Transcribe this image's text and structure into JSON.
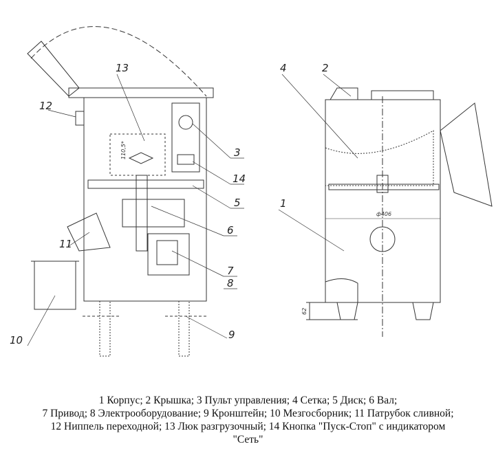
{
  "callouts": {
    "n1": "1",
    "n2": "2",
    "n3": "3",
    "n4": "4",
    "n5": "5",
    "n6": "6",
    "n7": "7",
    "n8": "8",
    "n9": "9",
    "n10": "10",
    "n11": "11",
    "n12": "12",
    "n13": "13",
    "n14": "14"
  },
  "dimensions": {
    "hatch_height": "110,5*",
    "diameter": "ф406",
    "leg_height": "62"
  },
  "caption": {
    "line1": "1 Корпус; 2 Крышка; 3 Пульт управления; 4 Сетка; 5 Диск; 6 Вал;",
    "line2": "7 Привод; 8 Электрооборудование; 9 Кронштейн; 10 Мезгосборник; 11 Патрубок сливной;",
    "line3": "12 Ниппель переходной; 13 Люк разгрузочный; 14 Кнопка \"Пуск-Стоп\" с индикатором",
    "line4": "\"Сеть\""
  }
}
